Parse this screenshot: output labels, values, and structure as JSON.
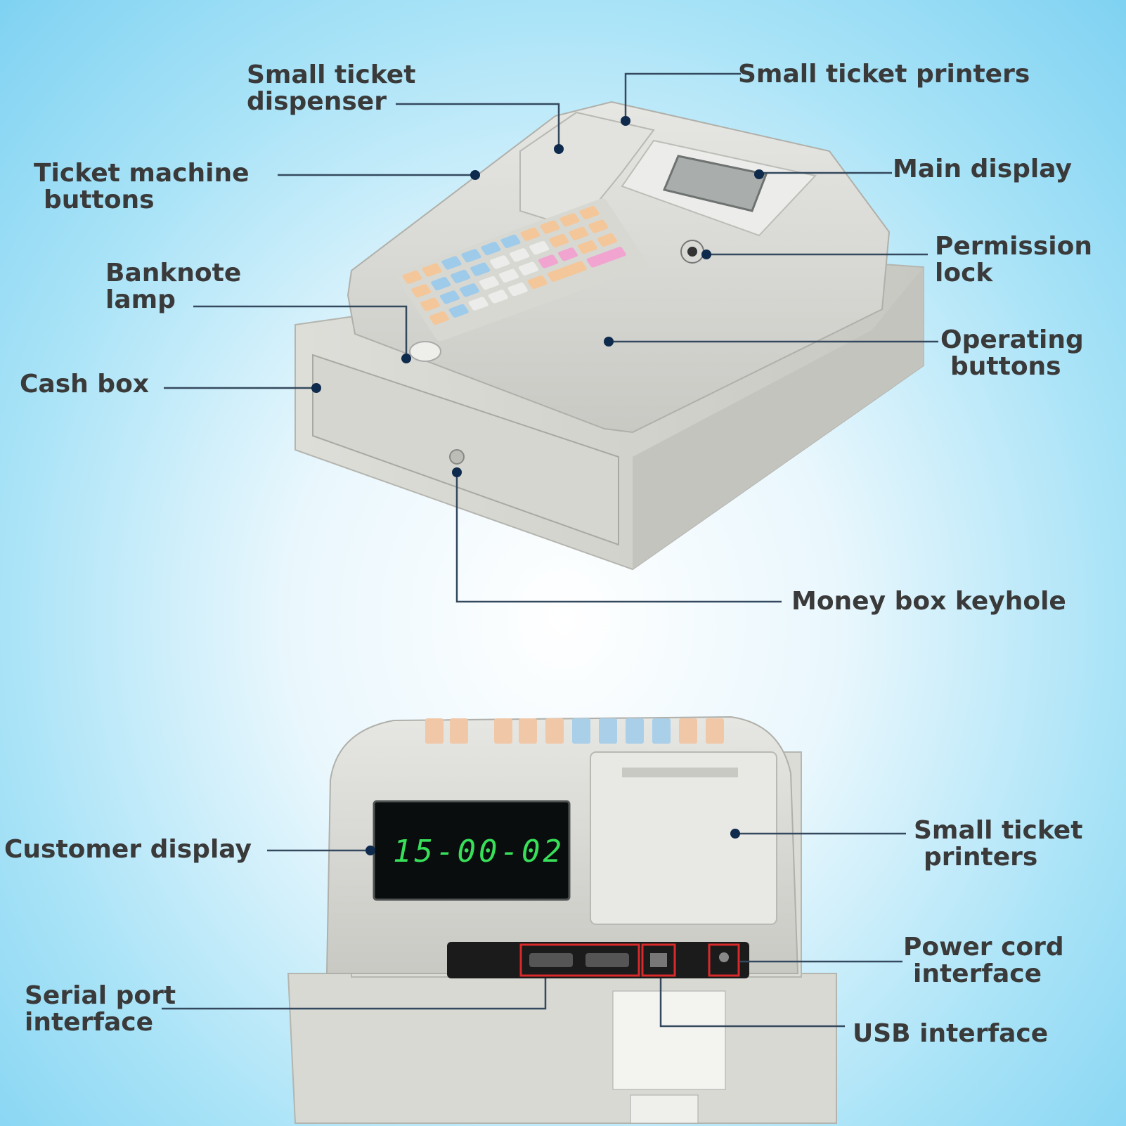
{
  "colors": {
    "background": "#8fd8f4",
    "label_text": "#3a3a3a",
    "leader_line": "#34495e",
    "led_digits": "#38e05a"
  },
  "customer_display": {
    "readout": "15-00-02"
  },
  "labels": {
    "small_ticket_dispenser": [
      "Small ticket",
      "dispenser"
    ],
    "small_ticket_printers_top": [
      "Small ticket printers"
    ],
    "ticket_machine_buttons": [
      "Ticket machine",
      "buttons"
    ],
    "main_display": [
      "Main display"
    ],
    "permission_lock": [
      "Permission",
      "lock"
    ],
    "banknote_lamp": [
      "Banknote",
      "lamp"
    ],
    "operating_buttons": [
      "Operating",
      "buttons"
    ],
    "cash_box": [
      "Cash box"
    ],
    "money_box_keyhole": [
      "Money box keyhole"
    ],
    "customer_display": [
      "Customer display"
    ],
    "small_ticket_printers_bottom": [
      "Small ticket",
      "printers"
    ],
    "power_cord_interface": [
      "Power cord",
      "interface"
    ],
    "serial_port_interface": [
      "Serial port",
      "interface"
    ],
    "usb_interface": [
      "USB interface"
    ]
  }
}
